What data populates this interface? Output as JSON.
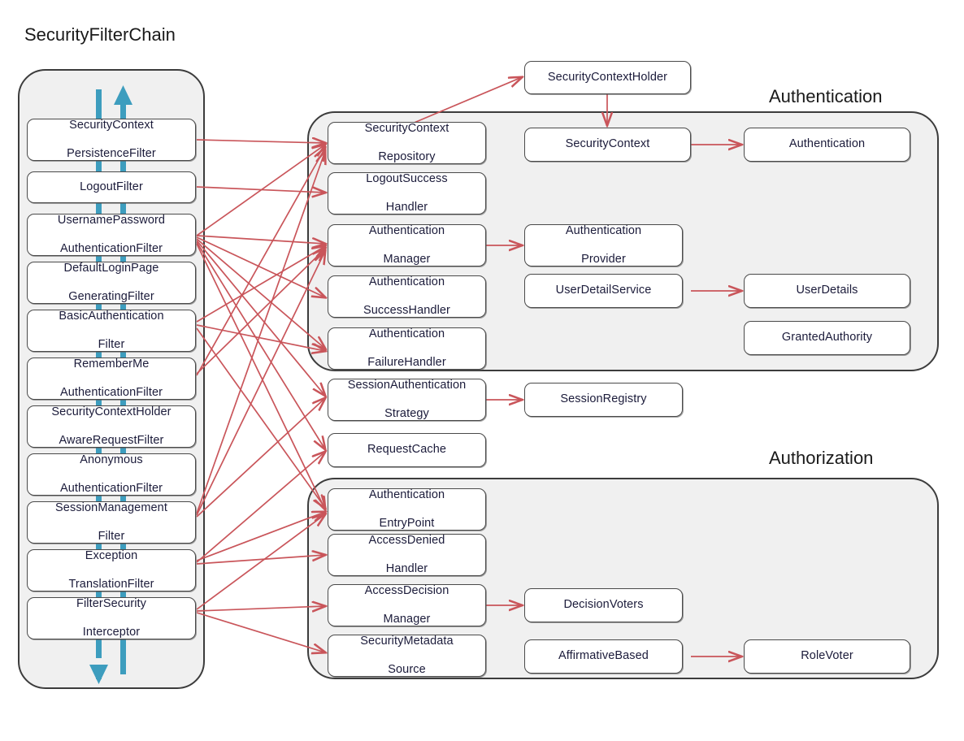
{
  "diagram": {
    "title_chain": "SecurityFilterChain",
    "title_authentication": "Authentication",
    "title_authorization": "Authorization",
    "accent_red": "#c9555a",
    "accent_blue": "#3d9dbe",
    "panel_fill": "#f0f0f0",
    "node_fill": "#ffffff",
    "node_stroke": "#4a4a4a"
  },
  "filter_chain": [
    {
      "id": "security-context-persistence-filter",
      "line1": "SecurityContext",
      "line2": "PersistenceFilter"
    },
    {
      "id": "logout-filter",
      "line1": "LogoutFilter",
      "line2": ""
    },
    {
      "id": "username-password-authentication-filter",
      "line1": "UsernamePassword",
      "line2": "AuthenticationFilter"
    },
    {
      "id": "default-login-page-generating-filter",
      "line1": "DefaultLoginPage",
      "line2": "GeneratingFilter"
    },
    {
      "id": "basic-authentication-filter",
      "line1": "BasicAuthentication",
      "line2": "Filter"
    },
    {
      "id": "remember-me-authentication-filter",
      "line1": "RememberMe",
      "line2": "AuthenticationFilter"
    },
    {
      "id": "security-context-holder-aware-request-filter",
      "line1": "SecurityContextHolder",
      "line2": "AwareRequestFilter"
    },
    {
      "id": "anonymous-authentication-filter",
      "line1": "Anonymous",
      "line2": "AuthenticationFilter"
    },
    {
      "id": "session-management-filter",
      "line1": "SessionManagement",
      "line2": "Filter"
    },
    {
      "id": "exception-translation-filter",
      "line1": "Exception",
      "line2": "TranslationFilter"
    },
    {
      "id": "filter-security-interceptor",
      "line1": "FilterSecurity",
      "line2": "Interceptor"
    }
  ],
  "outer_nodes": [
    {
      "id": "security-context-holder",
      "line1": "SecurityContextHolder",
      "line2": ""
    }
  ],
  "authentication_nodes": [
    {
      "id": "security-context-repository",
      "line1": "SecurityContext",
      "line2": "Repository"
    },
    {
      "id": "logout-success-handler",
      "line1": "LogoutSuccess",
      "line2": "Handler"
    },
    {
      "id": "authentication-manager",
      "line1": "Authentication",
      "line2": "Manager"
    },
    {
      "id": "authentication-success-handler",
      "line1": "Authentication",
      "line2": "SuccessHandler"
    },
    {
      "id": "authentication-failure-handler",
      "line1": "Authentication",
      "line2": "FailureHandler"
    },
    {
      "id": "security-context",
      "line1": "SecurityContext",
      "line2": ""
    },
    {
      "id": "authentication",
      "line1": "Authentication",
      "line2": ""
    },
    {
      "id": "authentication-provider",
      "line1": "Authentication",
      "line2": "Provider"
    },
    {
      "id": "user-detail-service",
      "line1": "UserDetailService",
      "line2": ""
    },
    {
      "id": "user-details",
      "line1": "UserDetails",
      "line2": ""
    },
    {
      "id": "granted-authority",
      "line1": "GrantedAuthority",
      "line2": ""
    }
  ],
  "middle_nodes": [
    {
      "id": "session-authentication-strategy",
      "line1": "SessionAuthentication",
      "line2": "Strategy"
    },
    {
      "id": "session-registry",
      "line1": "SessionRegistry",
      "line2": ""
    },
    {
      "id": "request-cache",
      "line1": "RequestCache",
      "line2": ""
    }
  ],
  "authorization_nodes": [
    {
      "id": "authentication-entry-point",
      "line1": "Authentication",
      "line2": "EntryPoint"
    },
    {
      "id": "access-denied-handler",
      "line1": "AccessDenied",
      "line2": "Handler"
    },
    {
      "id": "access-decision-manager",
      "line1": "AccessDecision",
      "line2": "Manager"
    },
    {
      "id": "security-metadata-source",
      "line1": "SecurityMetadata",
      "line2": "Source"
    },
    {
      "id": "decision-voters",
      "line1": "DecisionVoters",
      "line2": ""
    },
    {
      "id": "affirmative-based",
      "line1": "AffirmativeBased",
      "line2": ""
    },
    {
      "id": "role-voter",
      "line1": "RoleVoter",
      "line2": ""
    }
  ]
}
